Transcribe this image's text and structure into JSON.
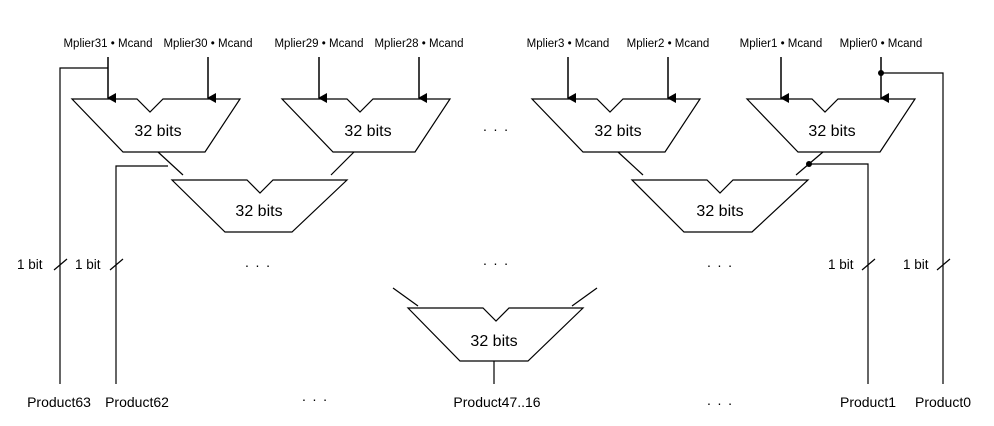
{
  "multiplicand_inputs": [
    "Mplier31 • Mcand",
    "Mplier30 • Mcand",
    "Mplier29 • Mcand",
    "Mplier28 • Mcand",
    "Mplier3 • Mcand",
    "Mplier2 • Mcand",
    "Mplier1 • Mcand",
    "Mplier0 • Mcand"
  ],
  "adders": [
    {
      "label": "32 bits"
    },
    {
      "label": "32 bits"
    },
    {
      "label": "32 bits"
    },
    {
      "label": "32 bits"
    },
    {
      "label": "32 bits"
    },
    {
      "label": "32 bits"
    },
    {
      "label": "32 bits"
    }
  ],
  "wire_labels": [
    "1 bit",
    "1 bit",
    "1 bit",
    "1 bit"
  ],
  "outputs": [
    "Product63",
    "Product62",
    "Product47..16",
    "Product1",
    "Product0"
  ],
  "ellipses": [
    "· · ·",
    "· · ·",
    "· · ·",
    "· · ·",
    "· · ·",
    "· · ·"
  ],
  "colors": {
    "stroke": "#000000",
    "background": "#ffffff"
  }
}
